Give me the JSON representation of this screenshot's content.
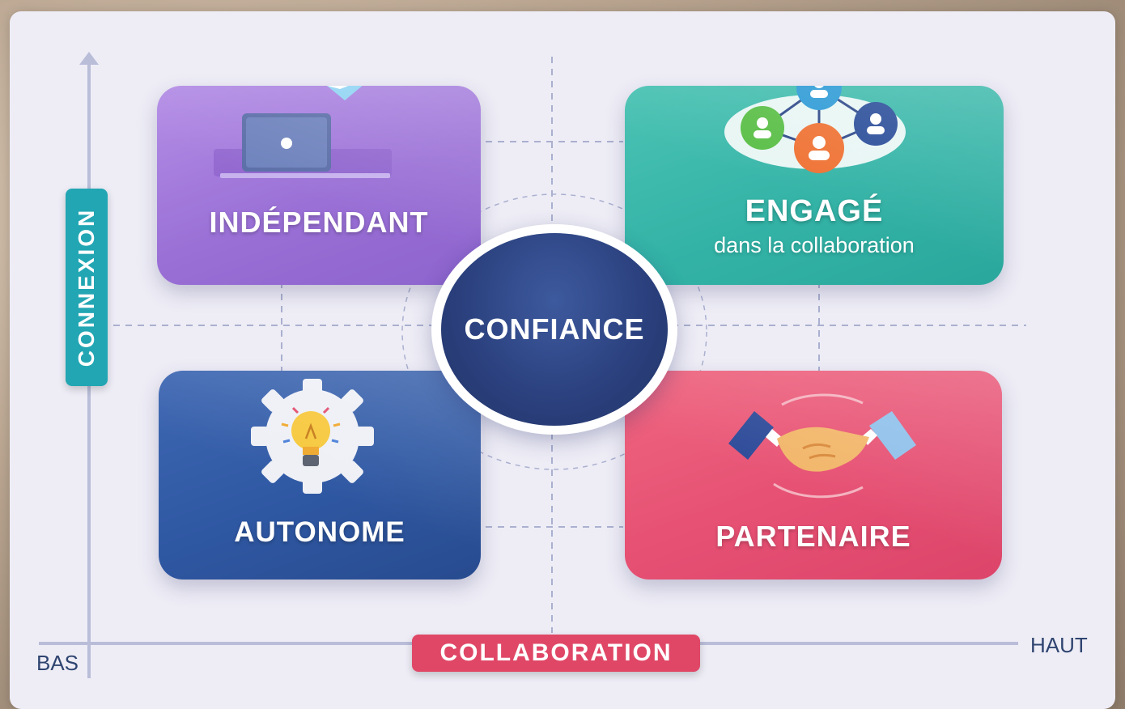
{
  "axes": {
    "y_label": "CONNEXION",
    "x_label": "COLLABORATION",
    "x_low": "BAS",
    "x_high": "HAUT"
  },
  "center": {
    "label": "CONFIANCE"
  },
  "quadrants": {
    "top_left": {
      "label": "INDÉPENDANT",
      "icon": "laptop-icon",
      "color": "#a67ee0"
    },
    "top_right": {
      "label": "ENGAGÉ",
      "sublabel": "dans la collaboration",
      "icon": "network-users-icon",
      "color": "#33b3a6"
    },
    "bottom_left": {
      "label": "AUTONOME",
      "icon": "gear-lightbulb-icon",
      "color": "#2f58a3"
    },
    "bottom_right": {
      "label": "PARTENAIRE",
      "icon": "handshake-icon",
      "color": "#e65073"
    }
  },
  "colors": {
    "connexion_badge": "#22a6b3",
    "collaboration_badge": "#e04766",
    "confiance": "#2a3f7c"
  }
}
